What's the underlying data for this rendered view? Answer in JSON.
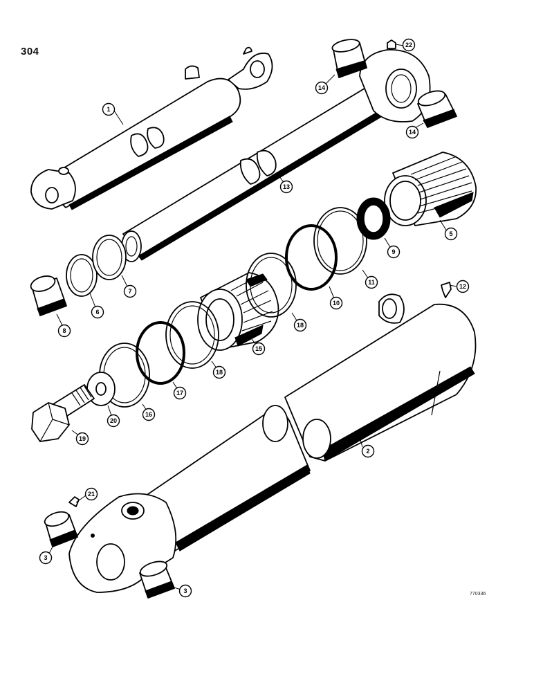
{
  "page": {
    "number": "304",
    "drawing_code": "770336"
  },
  "callouts": [
    {
      "part": "1",
      "label": "1"
    },
    {
      "part": "2",
      "label": "2"
    },
    {
      "part": "3a",
      "label": "3"
    },
    {
      "part": "3b",
      "label": "3"
    },
    {
      "part": "5",
      "label": "5"
    },
    {
      "part": "6",
      "label": "6"
    },
    {
      "part": "7",
      "label": "7"
    },
    {
      "part": "8",
      "label": "8"
    },
    {
      "part": "9",
      "label": "9"
    },
    {
      "part": "10",
      "label": "10"
    },
    {
      "part": "11",
      "label": "11"
    },
    {
      "part": "12",
      "label": "12"
    },
    {
      "part": "13",
      "label": "13"
    },
    {
      "part": "14a",
      "label": "14"
    },
    {
      "part": "14b",
      "label": "14"
    },
    {
      "part": "15",
      "label": "15"
    },
    {
      "part": "16",
      "label": "16"
    },
    {
      "part": "17",
      "label": "17"
    },
    {
      "part": "18a",
      "label": "18"
    },
    {
      "part": "18b",
      "label": "18"
    },
    {
      "part": "19",
      "label": "19"
    },
    {
      "part": "20",
      "label": "20"
    },
    {
      "part": "21",
      "label": "21"
    },
    {
      "part": "22",
      "label": "22"
    }
  ]
}
